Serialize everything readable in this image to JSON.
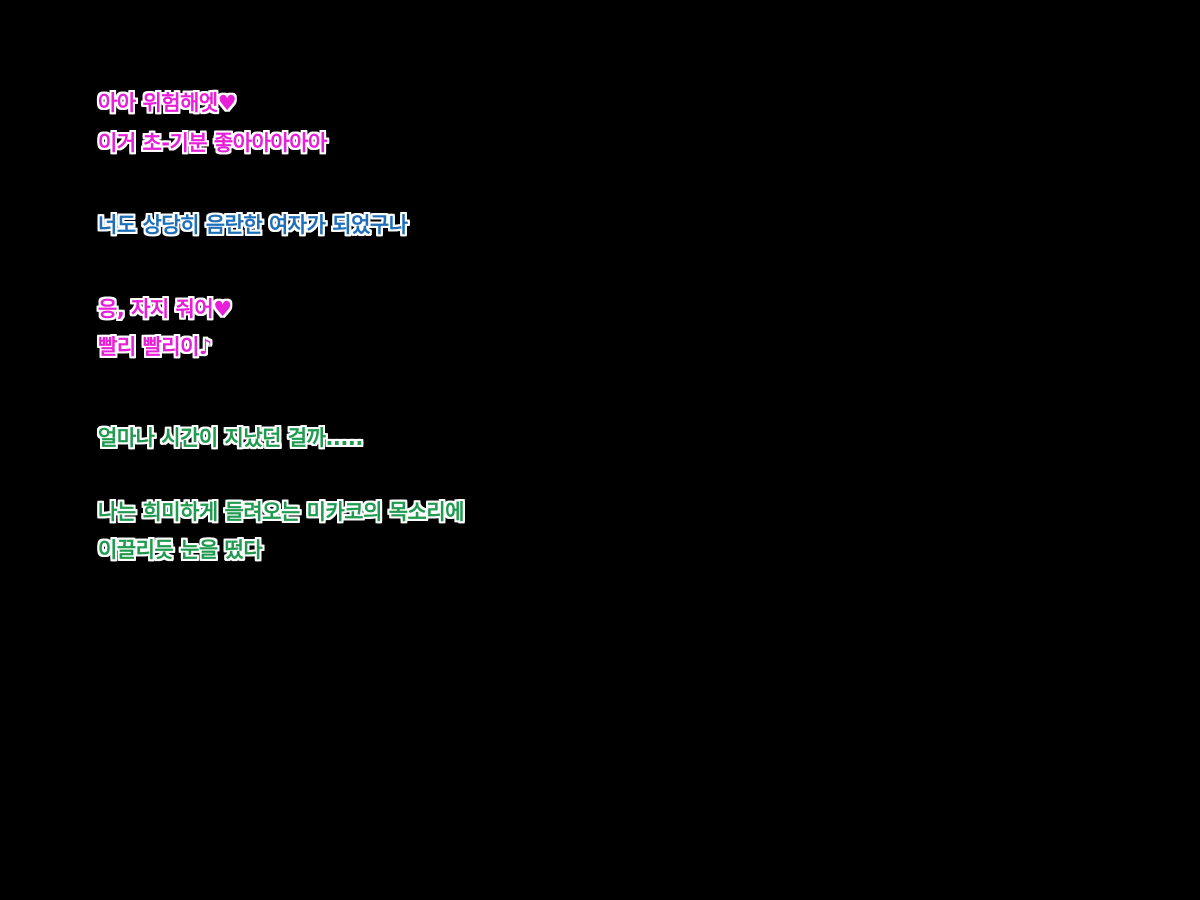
{
  "colors": {
    "background": "#000000",
    "pink": "#e81fd8",
    "blue": "#1f6fb8",
    "green": "#1f9a4e",
    "outline": "#ffffff"
  },
  "dialogue": {
    "line1": "아아 위험해엣♥",
    "line2": "이거 초-기분 좋아아아아아",
    "line3": "너도 상당히 음란한 여자가 되었구나",
    "line4": "응, 자지 줘어♥",
    "line5": "빨리 빨리이♪",
    "line6": "얼마나 시간이 지났던 걸까.....",
    "line7": "나는 희미하게 들려오는 미카코의 목소리에",
    "line8": "이끌리듯 눈을 떴다"
  }
}
